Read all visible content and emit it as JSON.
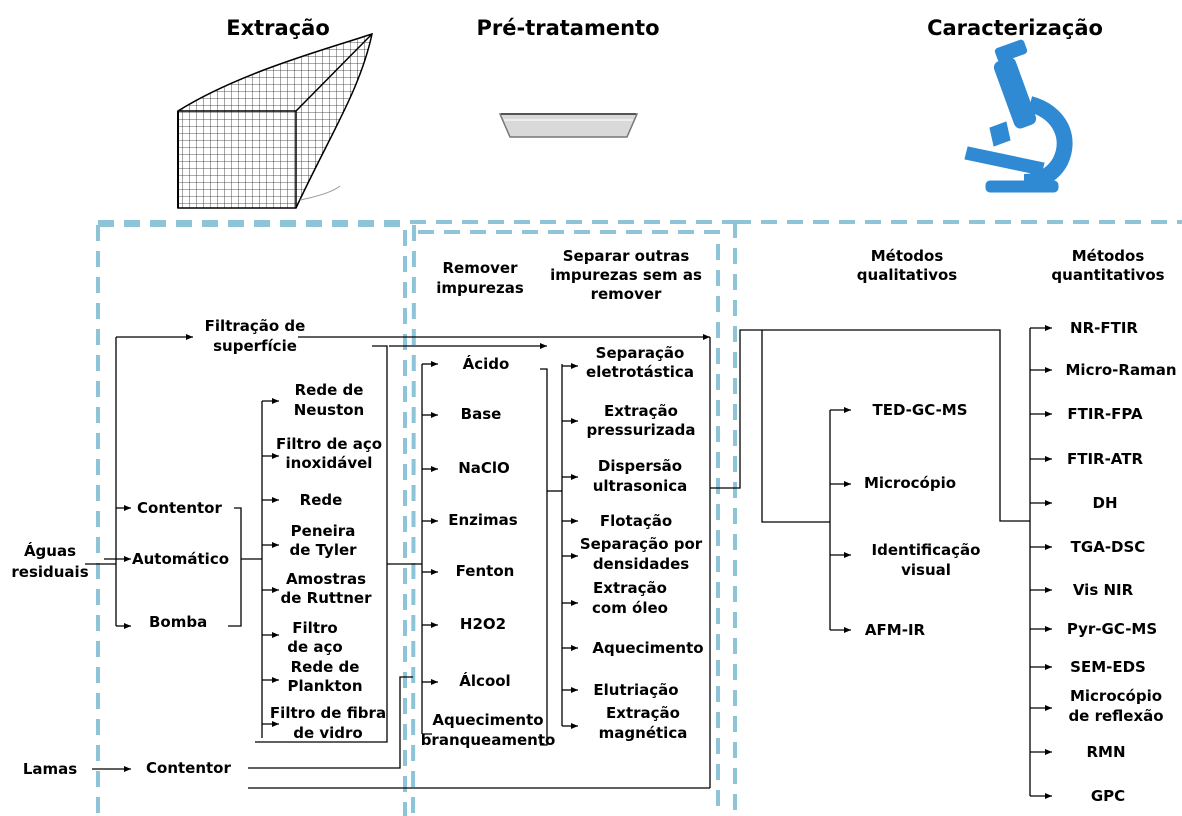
{
  "headers": {
    "extraction": "Extração",
    "pretreatment": "Pré-tratamento",
    "characterization": "Caracterização"
  },
  "sources": {
    "wastewater": "Águas\nresiduais",
    "sludge": "Lamas"
  },
  "extraction": {
    "surface_filtration": "Filtração de\nsuperfície",
    "container": "Contentor",
    "automatic": "Automático",
    "pump": "Bomba",
    "sludge_container": "Contentor",
    "devices": [
      "Rede de\nNeuston",
      "Filtro de aço\ninoxidável",
      "Rede",
      "Peneira\nde Tyler",
      "Amostras\nde Ruttner",
      "Filtro\nde aço",
      "Rede de\nPlankton",
      "Filtro de fibra\nde vidro"
    ]
  },
  "pretreatment": {
    "remove_title": "Remover\nimpurezas",
    "separate_title": "Separar outras\nimpurezas sem as\nremover",
    "remove_items": [
      "Ácido",
      "Base",
      "NaClO",
      "Enzimas",
      "Fenton",
      "H2O2",
      "Álcool",
      "Aquecimento\nbranqueamento"
    ],
    "separate_items": [
      "Separação\neletrotástica",
      "Extração\npressurizada",
      "Dispersão\nultrasonica",
      "Flotação",
      "Separação por\ndensidades",
      "Extração\ncom óleo",
      "Aquecimento",
      "Elutriação",
      "Extração\nmagnética"
    ]
  },
  "characterization": {
    "qualitative_title": "Métodos\nqualitativos",
    "quantitative_title": "Métodos\nquantitativos",
    "qualitative_items": [
      "TED-GC-MS",
      "Microcópio",
      "Identificação\nvisual",
      "AFM-IR"
    ],
    "quantitative_items": [
      "NR-FTIR",
      "Micro-Raman",
      "FTIR-FPA",
      "FTIR-ATR",
      "DH",
      "TGA-DSC",
      "Vis NIR",
      "Pyr-GC-MS",
      "SEM-EDS",
      "Microcópio\nde reflexão",
      "RMN",
      "GPC"
    ]
  },
  "colors": {
    "dashed_border": "#8ec4d8",
    "microscope": "#2f8ad3",
    "lines": "#000000"
  },
  "icons": {
    "extraction": "net-icon",
    "pretreatment": "dish-icon",
    "characterization": "microscope-icon"
  }
}
